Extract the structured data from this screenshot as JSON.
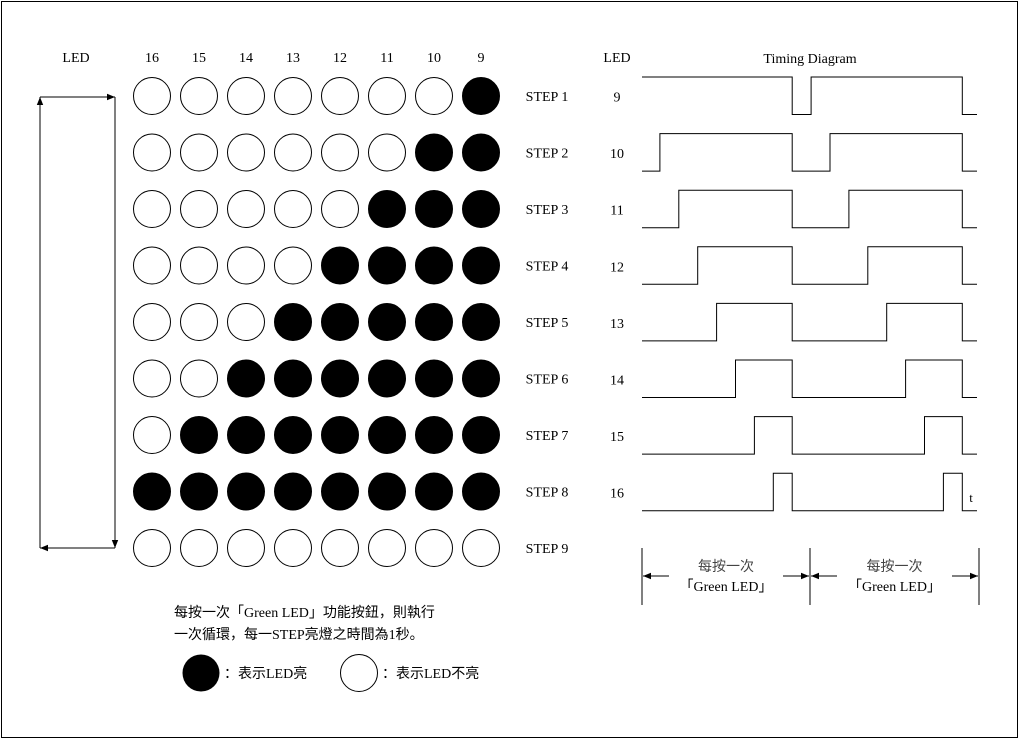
{
  "grid": {
    "led_header": "LED",
    "columns": [
      "16",
      "15",
      "14",
      "13",
      "12",
      "11",
      "10",
      "9"
    ],
    "steps": [
      {
        "label": "STEP 1",
        "lit_count": 1
      },
      {
        "label": "STEP 2",
        "lit_count": 2
      },
      {
        "label": "STEP 3",
        "lit_count": 3
      },
      {
        "label": "STEP 4",
        "lit_count": 4
      },
      {
        "label": "STEP 5",
        "lit_count": 5
      },
      {
        "label": "STEP 6",
        "lit_count": 6
      },
      {
        "label": "STEP 7",
        "lit_count": 7
      },
      {
        "label": "STEP 8",
        "lit_count": 8
      },
      {
        "label": "STEP 9",
        "lit_count": 0
      }
    ]
  },
  "timing": {
    "led_header": "LED",
    "title": "Timing Diagram",
    "leds": [
      "9",
      "10",
      "11",
      "12",
      "13",
      "14",
      "15",
      "16"
    ],
    "time_label": "t",
    "cycles": 2,
    "cycle_label_line1": "每按一次",
    "cycle_label_line2": "「Green LED」"
  },
  "notes": {
    "line1": "每按一次「Green LED」功能按鈕，則執行",
    "line2": "一次循環，每一STEP亮燈之時間為1秒。",
    "legend_on": "：表示LED亮",
    "legend_off": "：表示LED不亮"
  }
}
